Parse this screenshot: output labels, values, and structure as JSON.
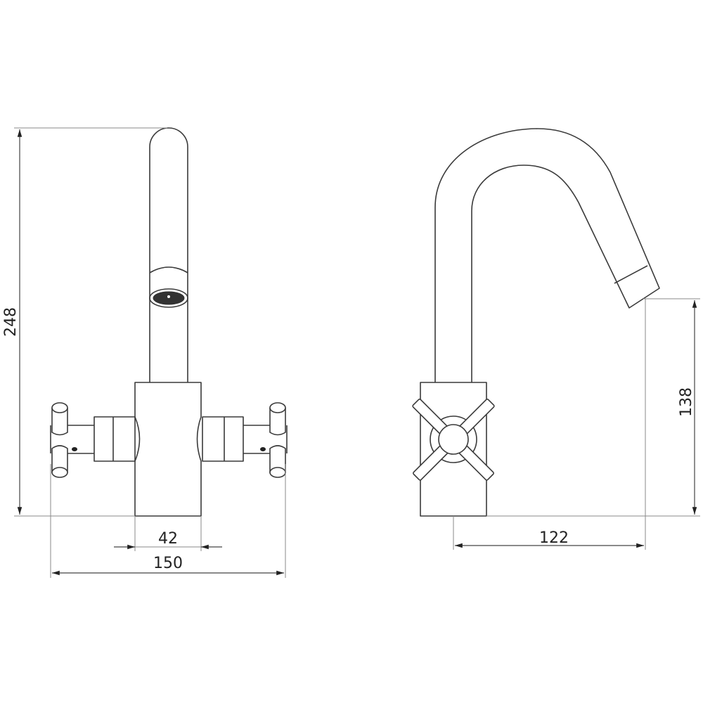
{
  "dimensions": {
    "total_height": "248",
    "body_width": "42",
    "total_width": "150",
    "spout_height": "138",
    "spout_reach": "122"
  },
  "colors": {
    "line": "#3a3a3a",
    "dimension": "#8a8a8a",
    "background": "#ffffff"
  }
}
